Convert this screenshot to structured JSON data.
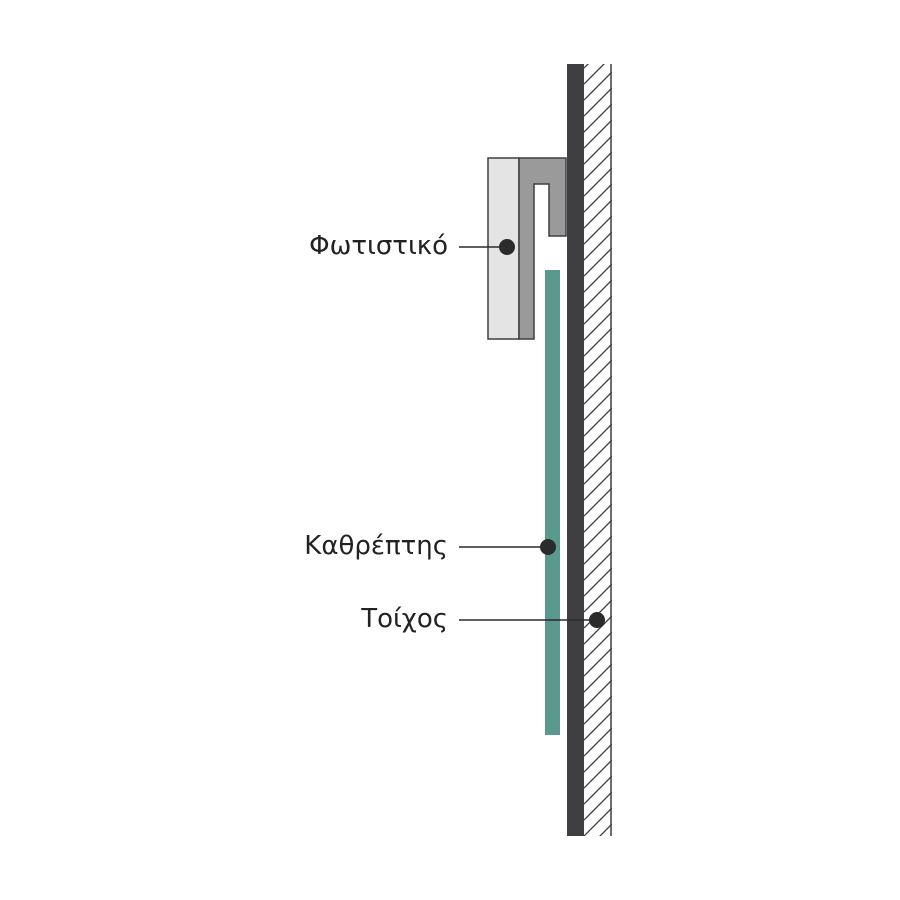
{
  "labels": {
    "fixture": "Φωτιστικό",
    "mirror": "Καθρέπτης",
    "wall": "Τοίχος"
  },
  "colors": {
    "background": "#ffffff",
    "wall": "#3f3f41",
    "hatch": "#3f3f41",
    "mirror": "#5a9a8e",
    "fixture_body": "#e4e4e4",
    "fixture_outline": "#3f3f41",
    "bracket": "#9a9a9a",
    "leader": "#2b2b2b",
    "dot": "#2b2b2b"
  }
}
